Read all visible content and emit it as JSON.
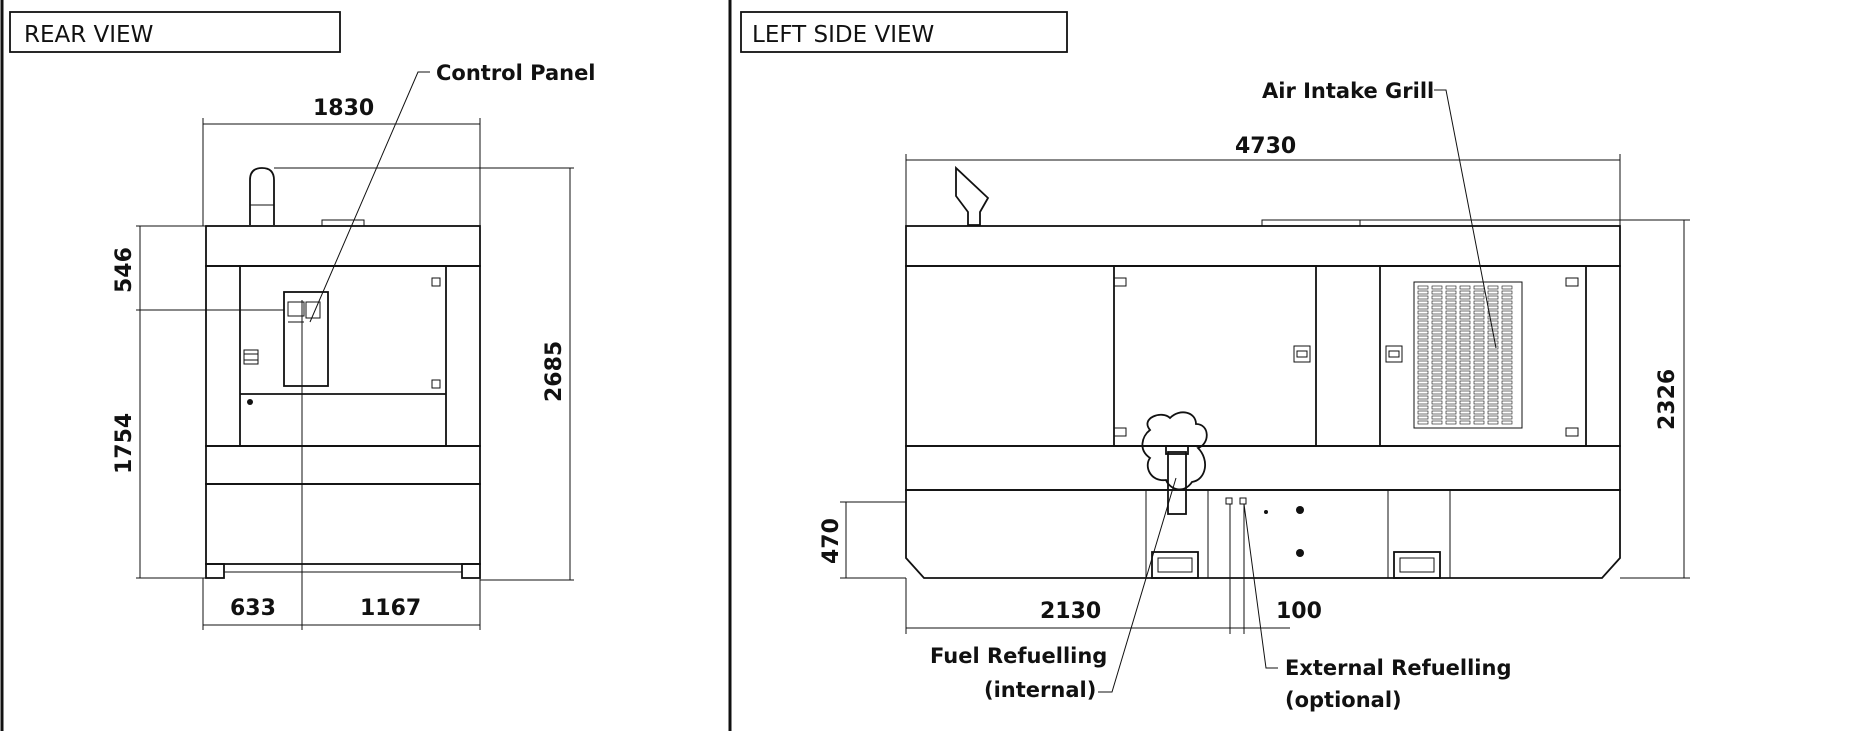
{
  "rear_view": {
    "title": "REAR VIEW",
    "callouts": {
      "control_panel": "Control Panel"
    },
    "dimensions": {
      "width": "1830",
      "height": "2685",
      "upper": "546",
      "lower": "1754",
      "bottom_left": "633",
      "bottom_right": "1167"
    }
  },
  "left_side_view": {
    "title": "LEFT SIDE VIEW",
    "callouts": {
      "air_intake": "Air Intake Grill",
      "fuel_internal_1": "Fuel Refuelling",
      "fuel_internal_2": "(internal)",
      "external_1": "External Refuelling",
      "external_2": "(optional)"
    },
    "dimensions": {
      "length": "4730",
      "height": "2326",
      "base": "470",
      "fuel_position": "2130",
      "external_offset": "100"
    }
  },
  "colors": {
    "ink": "#111111",
    "background": "#ffffff"
  }
}
